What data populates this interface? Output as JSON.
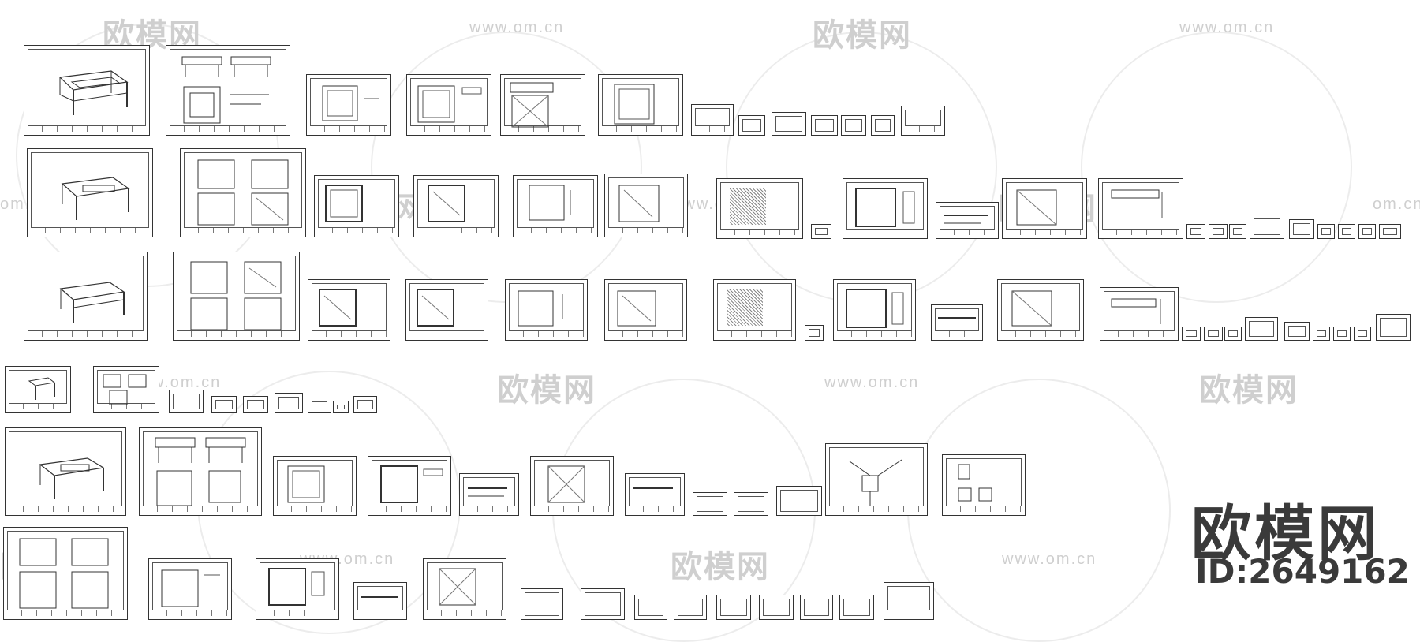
{
  "watermark": {
    "logo_text": "欧模网",
    "url_text": "www.om.cn",
    "url_partial": "om.cn"
  },
  "brand": {
    "name": "欧模网",
    "id_label": "ID:2649162"
  },
  "colors": {
    "line": "#333333",
    "watermark": "#cfcfcf",
    "brand": "#3a3a3a"
  }
}
